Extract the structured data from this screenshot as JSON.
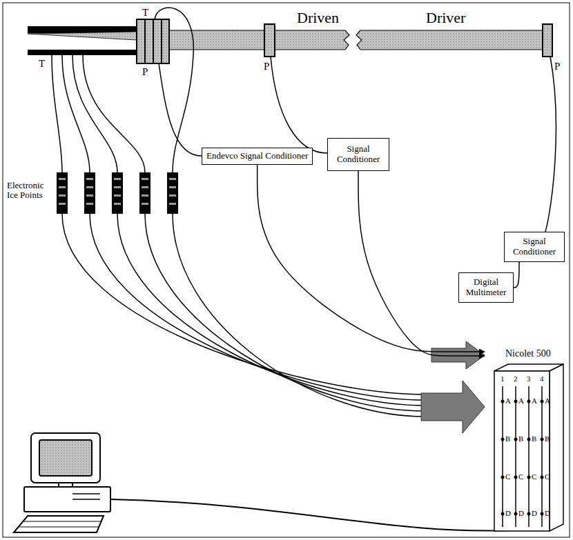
{
  "diagram": {
    "nodes": [
      {
        "text": [
          "Endevco Signal Conditioner"
        ]
      },
      {
        "text": [
          "Signal Conditioner"
        ]
      },
      {
        "text": [
          "Signal Conditioner"
        ]
      },
      {
        "text": [
          "Digital Multimeter"
        ]
      },
      {
        "text": [
          "Nicolet 500"
        ]
      }
    ],
    "edges": [
      {
        "from": 2,
        "to": 3,
        "arrow": "none"
      },
      {
        "from": 0,
        "to": 4,
        "arrow": "to"
      },
      {
        "from": 1,
        "to": 4,
        "arrow": "to"
      }
    ],
    "labels": [
      "T",
      "T",
      "P",
      "P",
      "P",
      "Driven",
      "Driver",
      "Electronic Ice Points",
      "1",
      "2",
      "3",
      "4",
      "A",
      "A",
      "A",
      "A",
      "B",
      "B",
      "B",
      "B",
      "C",
      "C",
      "C",
      "C",
      "D",
      "D",
      "D",
      "D"
    ]
  }
}
